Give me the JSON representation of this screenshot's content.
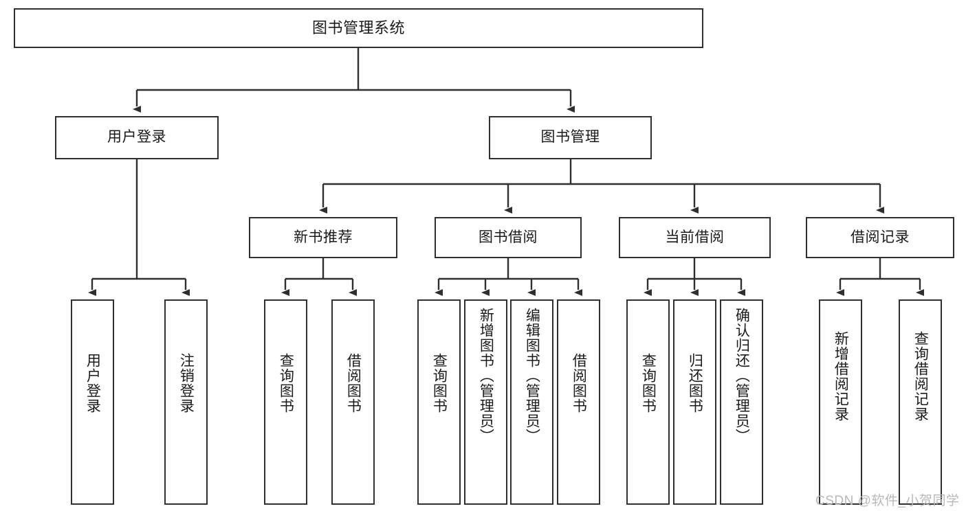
{
  "diagram": {
    "title": "图书管理系统",
    "type": "tree",
    "watermark": "CSDN @软件_小贺同学",
    "colors": {
      "box_border": "#2f2f2f",
      "box_fill": "#ffffff",
      "connector": "#2f2f2f",
      "text": "#1a1a1a",
      "watermark": "#b8b8b8"
    }
  },
  "nodes": {
    "root": {
      "label": "图书管理系统"
    },
    "level2": [
      {
        "label": "用户登录"
      },
      {
        "label": "图书管理"
      }
    ],
    "level3": [
      {
        "label": "新书推荐"
      },
      {
        "label": "图书借阅"
      },
      {
        "label": "当前借阅"
      },
      {
        "label": "借阅记录"
      }
    ],
    "leaves": {
      "user_login": [
        {
          "label": "用户登录"
        },
        {
          "label": "注销登录"
        }
      ],
      "new_book": [
        {
          "label": "查询图书"
        },
        {
          "label": "借阅图书"
        }
      ],
      "book_borrow": [
        {
          "label": "查询图书"
        },
        {
          "label": "新增图书（管理员）"
        },
        {
          "label": "编辑图书（管理员）"
        },
        {
          "label": "借阅图书"
        }
      ],
      "current_borrow": [
        {
          "label": "查询图书"
        },
        {
          "label": "归还图书"
        },
        {
          "label": "确认归还（管理员）"
        }
      ],
      "borrow_record": [
        {
          "label": "新增借阅记录"
        },
        {
          "label": "查询借阅记录"
        }
      ]
    }
  }
}
